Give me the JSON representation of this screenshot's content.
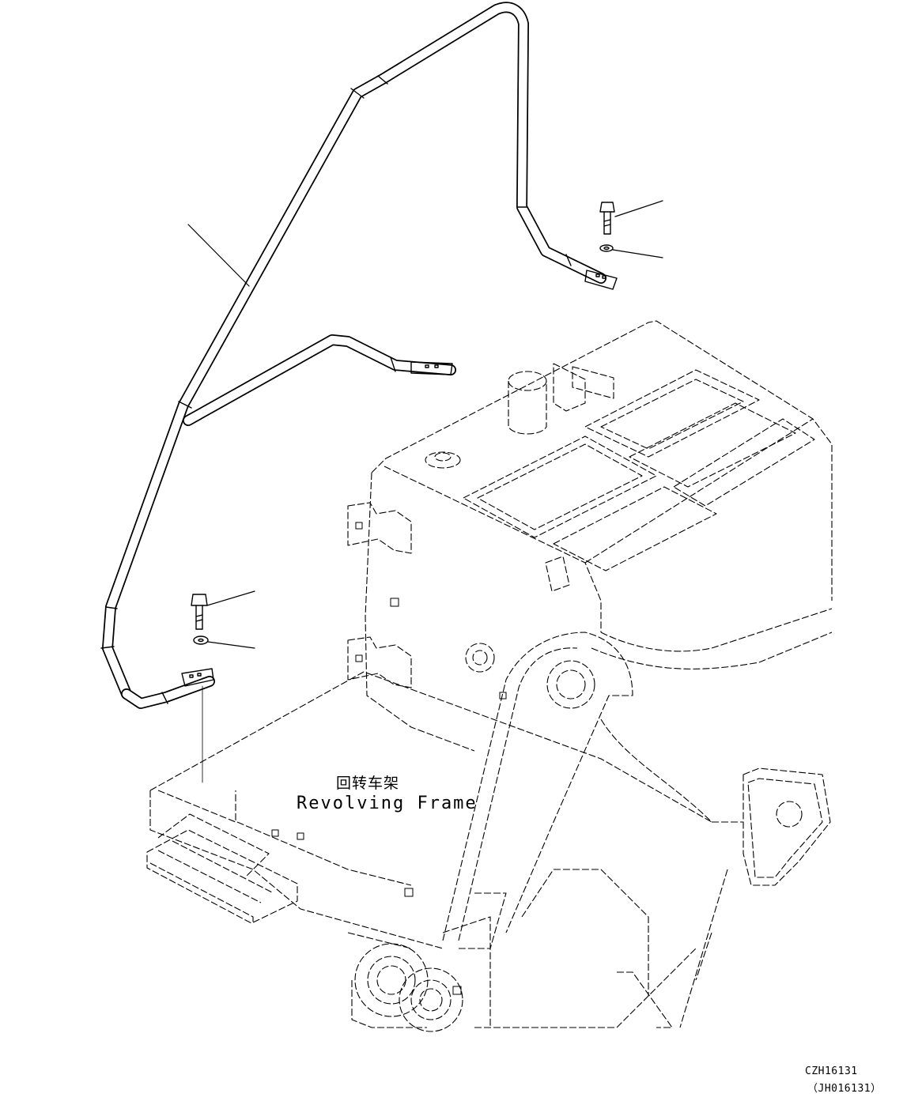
{
  "frame_label": {
    "chinese": "回转车架",
    "english": "Revolving Frame"
  },
  "drawing_number": "CZH16131",
  "drawing_reference": "（JH016131）"
}
